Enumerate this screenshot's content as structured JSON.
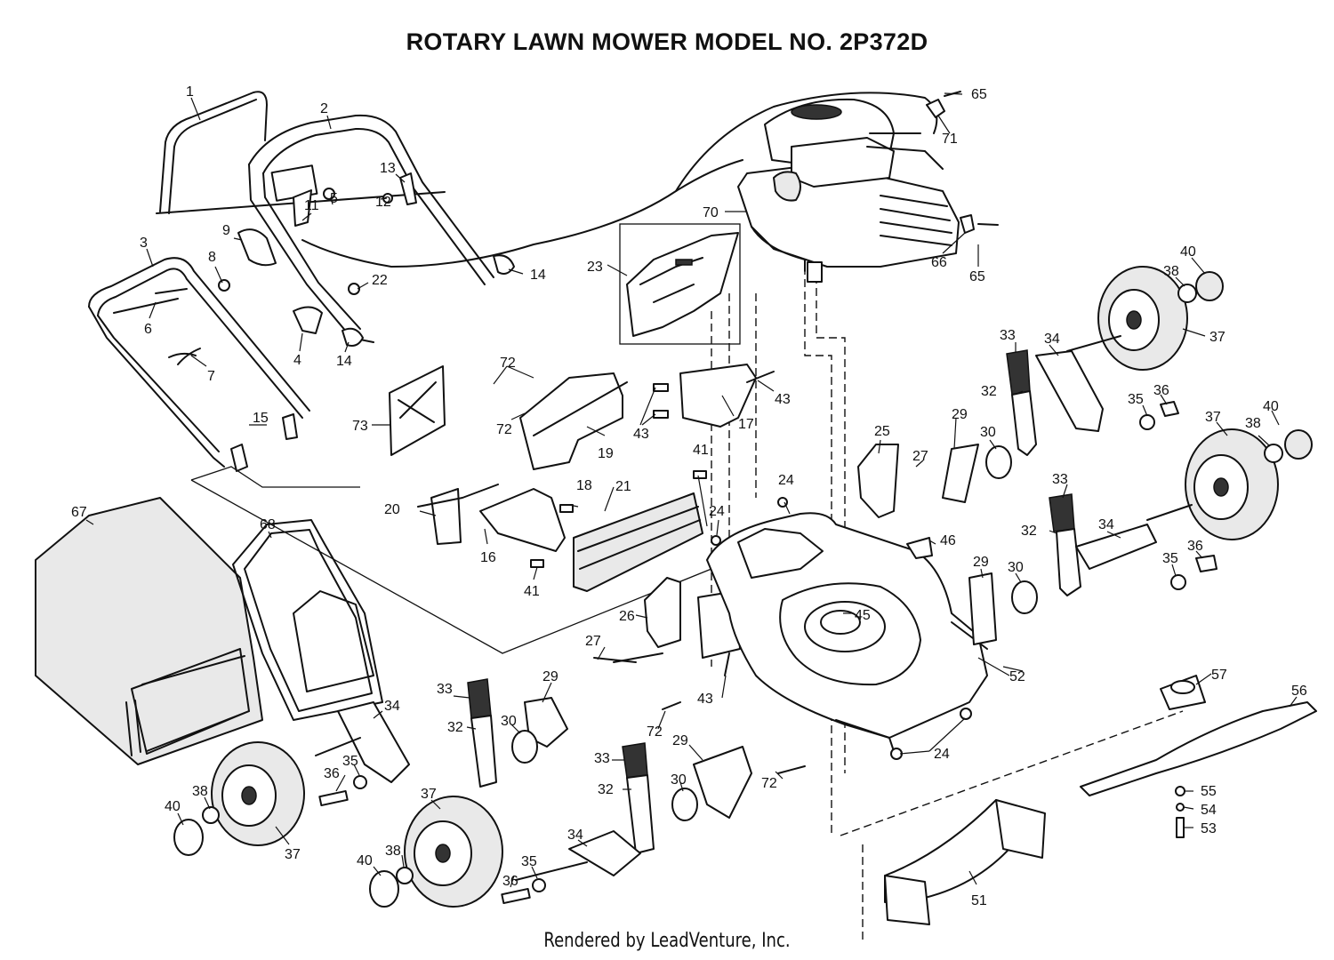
{
  "diagram": {
    "title": "ROTARY LAWN MOWER MODEL NO. 2P372D",
    "footer": "Rendered by LeadVenture, Inc.",
    "callouts": [
      {
        "id": "c1",
        "text": "1"
      },
      {
        "id": "c2",
        "text": "2"
      },
      {
        "id": "c3",
        "text": "3"
      },
      {
        "id": "c4",
        "text": "4"
      },
      {
        "id": "c5",
        "text": "5"
      },
      {
        "id": "c6",
        "text": "6"
      },
      {
        "id": "c7",
        "text": "7"
      },
      {
        "id": "c8",
        "text": "8"
      },
      {
        "id": "c9",
        "text": "9"
      },
      {
        "id": "c11",
        "text": "11"
      },
      {
        "id": "c12",
        "text": "12"
      },
      {
        "id": "c13",
        "text": "13"
      },
      {
        "id": "c14a",
        "text": "14"
      },
      {
        "id": "c14b",
        "text": "14"
      },
      {
        "id": "c15",
        "text": "15"
      },
      {
        "id": "c16",
        "text": "16"
      },
      {
        "id": "c17",
        "text": "17"
      },
      {
        "id": "c18",
        "text": "18"
      },
      {
        "id": "c19",
        "text": "19"
      },
      {
        "id": "c20",
        "text": "20"
      },
      {
        "id": "c21",
        "text": "21"
      },
      {
        "id": "c22",
        "text": "22"
      },
      {
        "id": "c23",
        "text": "23"
      },
      {
        "id": "c24a",
        "text": "24"
      },
      {
        "id": "c24b",
        "text": "24"
      },
      {
        "id": "c24c",
        "text": "24"
      },
      {
        "id": "c25",
        "text": "25"
      },
      {
        "id": "c26",
        "text": "26"
      },
      {
        "id": "c27a",
        "text": "27"
      },
      {
        "id": "c27b",
        "text": "27"
      },
      {
        "id": "c29a",
        "text": "29"
      },
      {
        "id": "c29b",
        "text": "29"
      },
      {
        "id": "c29c",
        "text": "29"
      },
      {
        "id": "c29d",
        "text": "29"
      },
      {
        "id": "c30a",
        "text": "30"
      },
      {
        "id": "c30b",
        "text": "30"
      },
      {
        "id": "c30c",
        "text": "30"
      },
      {
        "id": "c30d",
        "text": "30"
      },
      {
        "id": "c32a",
        "text": "32"
      },
      {
        "id": "c32b",
        "text": "32"
      },
      {
        "id": "c32c",
        "text": "32"
      },
      {
        "id": "c32d",
        "text": "32"
      },
      {
        "id": "c33a",
        "text": "33"
      },
      {
        "id": "c33b",
        "text": "33"
      },
      {
        "id": "c33c",
        "text": "33"
      },
      {
        "id": "c33d",
        "text": "33"
      },
      {
        "id": "c34a",
        "text": "34"
      },
      {
        "id": "c34b",
        "text": "34"
      },
      {
        "id": "c34c",
        "text": "34"
      },
      {
        "id": "c34d",
        "text": "34"
      },
      {
        "id": "c35a",
        "text": "35"
      },
      {
        "id": "c35b",
        "text": "35"
      },
      {
        "id": "c35c",
        "text": "35"
      },
      {
        "id": "c35d",
        "text": "35"
      },
      {
        "id": "c36a",
        "text": "36"
      },
      {
        "id": "c36b",
        "text": "36"
      },
      {
        "id": "c36c",
        "text": "36"
      },
      {
        "id": "c36d",
        "text": "36"
      },
      {
        "id": "c37a",
        "text": "37"
      },
      {
        "id": "c37b",
        "text": "37"
      },
      {
        "id": "c37c",
        "text": "37"
      },
      {
        "id": "c37d",
        "text": "37"
      },
      {
        "id": "c38a",
        "text": "38"
      },
      {
        "id": "c38b",
        "text": "38"
      },
      {
        "id": "c38c",
        "text": "38"
      },
      {
        "id": "c38d",
        "text": "38"
      },
      {
        "id": "c40a",
        "text": "40"
      },
      {
        "id": "c40b",
        "text": "40"
      },
      {
        "id": "c40c",
        "text": "40"
      },
      {
        "id": "c40d",
        "text": "40"
      },
      {
        "id": "c41a",
        "text": "41"
      },
      {
        "id": "c41b",
        "text": "41"
      },
      {
        "id": "c43a",
        "text": "43"
      },
      {
        "id": "c43b",
        "text": "43"
      },
      {
        "id": "c43c",
        "text": "43"
      },
      {
        "id": "c45",
        "text": "45"
      },
      {
        "id": "c46",
        "text": "46"
      },
      {
        "id": "c51",
        "text": "51"
      },
      {
        "id": "c52",
        "text": "52"
      },
      {
        "id": "c53",
        "text": "53"
      },
      {
        "id": "c54",
        "text": "54"
      },
      {
        "id": "c55",
        "text": "55"
      },
      {
        "id": "c56",
        "text": "56"
      },
      {
        "id": "c57",
        "text": "57"
      },
      {
        "id": "c65a",
        "text": "65"
      },
      {
        "id": "c65b",
        "text": "65"
      },
      {
        "id": "c66",
        "text": "66"
      },
      {
        "id": "c67",
        "text": "67"
      },
      {
        "id": "c68",
        "text": "68"
      },
      {
        "id": "c70",
        "text": "70"
      },
      {
        "id": "c71",
        "text": "71"
      },
      {
        "id": "c72a",
        "text": "72"
      },
      {
        "id": "c72b",
        "text": "72"
      },
      {
        "id": "c72c",
        "text": "72"
      },
      {
        "id": "c72d",
        "text": "72"
      },
      {
        "id": "c73",
        "text": "73"
      }
    ]
  }
}
